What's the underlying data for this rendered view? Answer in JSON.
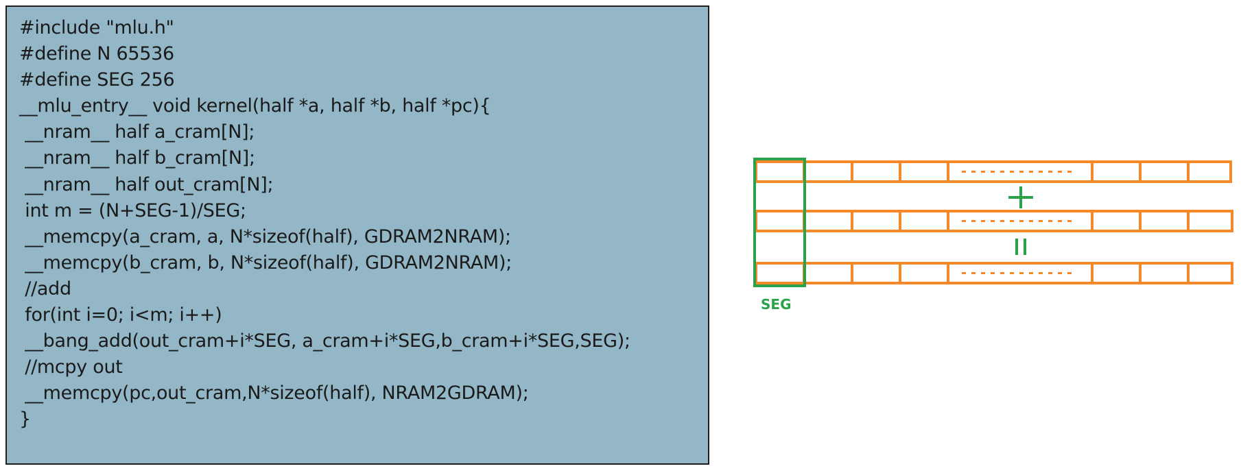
{
  "code": {
    "lines": [
      "#include \"mlu.h\"",
      "#define N 65536",
      "#define SEG 256",
      "__mlu_entry__ void kernel(half *a, half *b, half *pc){",
      " __nram__ half a_cram[N];",
      " __nram__ half b_cram[N];",
      " __nram__ half out_cram[N];",
      " int m = (N+SEG-1)/SEG;",
      " __memcpy(a_cram, a, N*sizeof(half), GDRAM2NRAM);",
      " __memcpy(b_cram, b, N*sizeof(half), GDRAM2NRAM);",
      " //add",
      " for(int i=0; i<m; i++)",
      " __bang_add(out_cram+i*SEG, a_cram+i*SEG,b_cram+i*SEG,SEG);",
      " //mcpy out",
      " __memcpy(pc,out_cram,N*sizeof(half), NRAM2GDRAM);",
      "}"
    ]
  },
  "diagram": {
    "seg_label": "SEG",
    "operator_plus": "+",
    "operator_equals": "=",
    "colors": {
      "array": "#f5892a",
      "segment": "#2aa24a",
      "code_background": "#93b7c7"
    }
  }
}
